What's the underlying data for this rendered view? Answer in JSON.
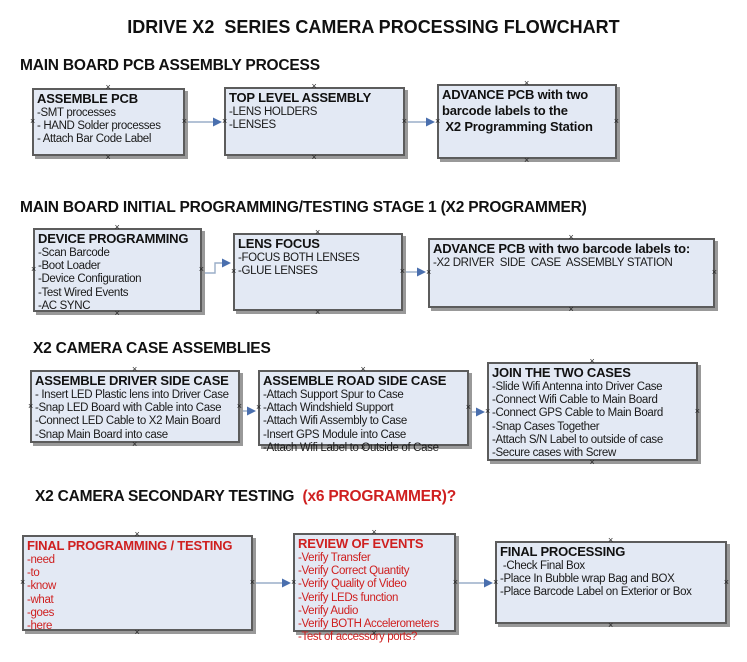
{
  "title": "IDRIVE X2  SERIES CAMERA PROCESSING FLOWCHART",
  "decor": {
    "anchor_glyph": "×"
  },
  "colors": {
    "box_fill": "#e3e9f4",
    "box_border": "#5c5c5c",
    "box_shadow": "#999999",
    "text_black": "#111111",
    "text_red": "#cf2020",
    "arrow_line": "#9aaec8",
    "arrow_head": "#4a6fae"
  },
  "sections": [
    {
      "heading": "MAIN BOARD PCB ASSEMBLY PROCESS",
      "heading_red": "",
      "boxes": [
        {
          "title": "ASSEMBLE PCB",
          "red": false,
          "items": [
            "-SMT processes",
            "- HAND Solder processes",
            "- Attach Bar Code Label"
          ]
        },
        {
          "title": "TOP LEVEL ASSEMBLY",
          "red": false,
          "items": [
            "-LENS HOLDERS",
            "-LENSES"
          ]
        },
        {
          "title": "ADVANCE PCB with two\nbarcode labels to the\n X2 Programming Station",
          "red": false,
          "items": []
        }
      ]
    },
    {
      "heading": "MAIN BOARD INITIAL PROGRAMMING/TESTING STAGE 1 (X2 PROGRAMMER)",
      "heading_red": "",
      "boxes": [
        {
          "title": "DEVICE PROGRAMMING",
          "red": false,
          "items": [
            "-Scan Barcode",
            "-Boot Loader",
            "-Device Configuration",
            "-Test Wired Events",
            "-AC SYNC"
          ]
        },
        {
          "title": "LENS FOCUS",
          "red": false,
          "items": [
            "-FOCUS BOTH LENSES",
            "-GLUE LENSES"
          ]
        },
        {
          "title": "ADVANCE PCB with two barcode labels to:",
          "red": false,
          "items": [
            "-X2 DRIVER  SIDE  CASE  ASSEMBLY STATION"
          ]
        }
      ]
    },
    {
      "heading": "X2 CAMERA CASE ASSEMBLIES",
      "heading_red": "",
      "boxes": [
        {
          "title": "ASSEMBLE DRIVER SIDE CASE",
          "red": false,
          "items": [
            "- Insert LED Plastic lens into Driver Case",
            "-Snap LED Board with Cable into Case",
            "-Connect LED Cable to X2 Main Board",
            "-Snap Main Board into case"
          ]
        },
        {
          "title": "ASSEMBLE ROAD SIDE CASE",
          "red": false,
          "items": [
            "-Attach Support Spur to Case",
            "-Attach Windshield Support",
            "-Attach Wifi Assembly to Case",
            "-Insert GPS Module into Case",
            "-Attach Wifi Label to Outside of Case"
          ]
        },
        {
          "title": "JOIN THE TWO CASES",
          "red": false,
          "items": [
            "-Slide Wifi Antenna into Driver Case",
            "-Connect Wifi Cable to Main Board",
            "-Connect GPS Cable to Main Board",
            "-Snap Cases Together",
            "-Attach S/N Label to outside of case",
            "-Secure cases with Screw"
          ]
        }
      ]
    },
    {
      "heading": "X2 CAMERA SECONDARY TESTING  ",
      "heading_red": "(x6 PROGRAMMER)?",
      "boxes": [
        {
          "title": "FINAL PROGRAMMING / TESTING",
          "red": true,
          "items": [
            "-need",
            "-to",
            "-know",
            "-what",
            "-goes",
            "-here"
          ]
        },
        {
          "title": "REVIEW OF EVENTS",
          "red": true,
          "items": [
            "-Verify Transfer",
            "-Verify Correct Quantity",
            "-Verify Quality of Video",
            "-Verify LEDs function",
            "-Verify Audio",
            "-Verify BOTH Accelerometers",
            "-Test of accessory ports?"
          ]
        },
        {
          "title": "FINAL PROCESSING",
          "red": false,
          "items": [
            " -Check Final Box",
            "-Place In Bubble wrap Bag and BOX",
            "-Place Barcode Label on Exterior or Box"
          ]
        }
      ]
    }
  ]
}
